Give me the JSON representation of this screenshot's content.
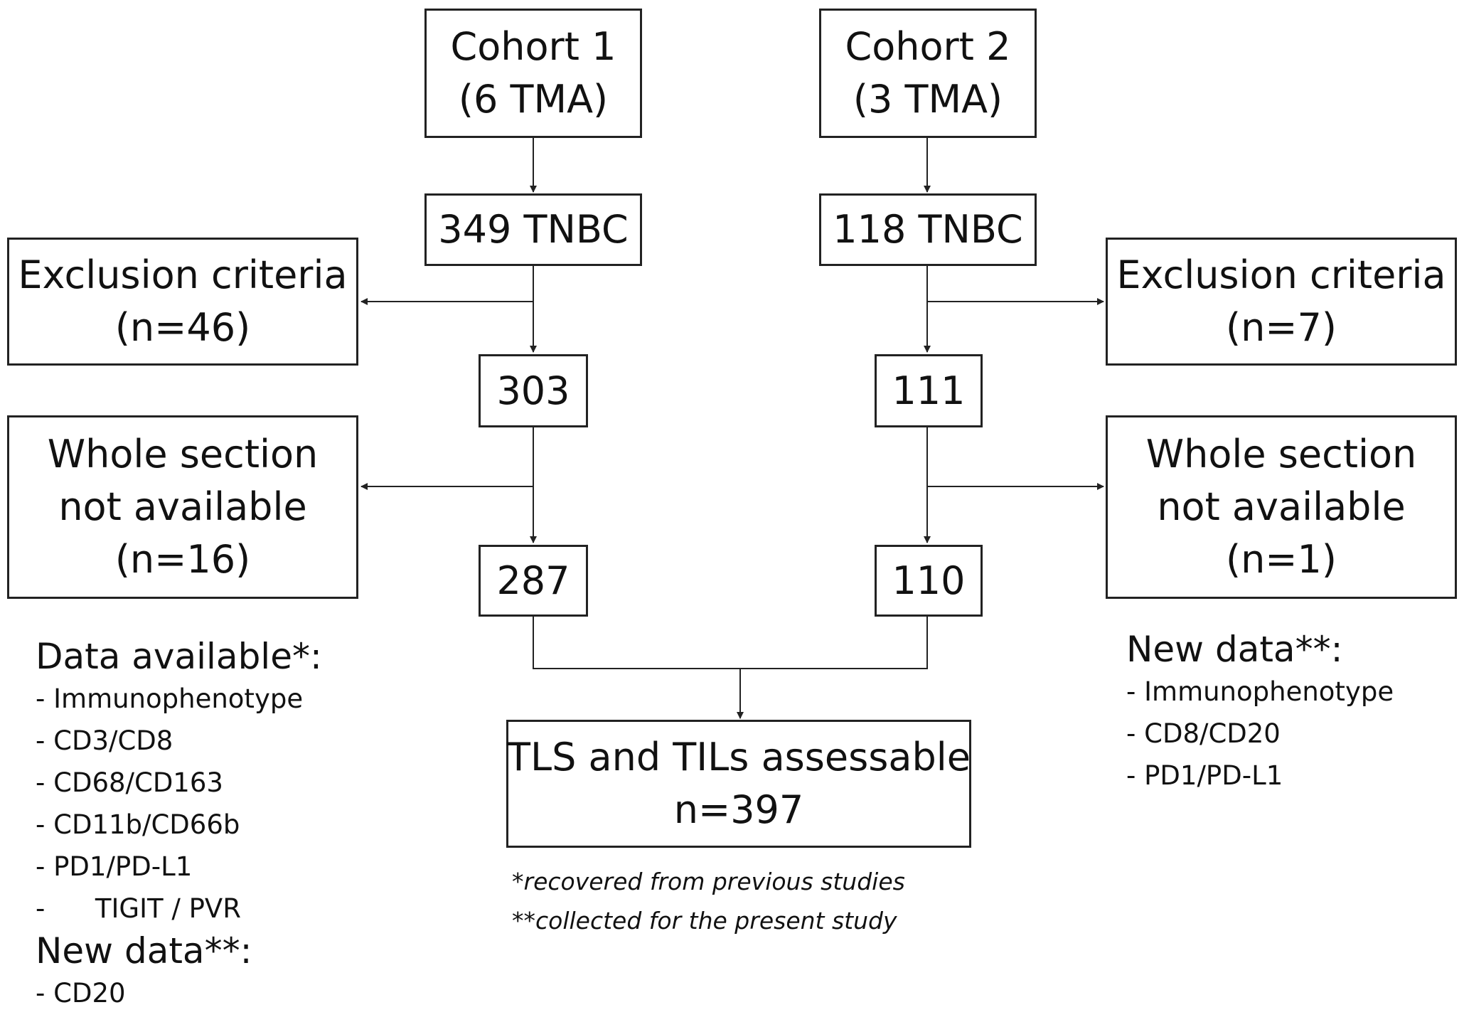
{
  "nodes": {
    "cohort1": [
      "Cohort 1",
      "(6 TMA)"
    ],
    "cohort2": [
      "Cohort 2",
      "(3 TMA)"
    ],
    "tnbc1": [
      "349 TNBC"
    ],
    "tnbc2": [
      "118 TNBC"
    ],
    "excl1": [
      "Exclusion criteria",
      "(n=46)"
    ],
    "excl2": [
      "Exclusion criteria",
      "(n=7)"
    ],
    "n303": [
      "303"
    ],
    "n111": [
      "111"
    ],
    "whole1": [
      "Whole section",
      "not available",
      "(n=16)"
    ],
    "whole2": [
      "Whole section",
      "not available",
      "(n=1)"
    ],
    "n287": [
      "287"
    ],
    "n110": [
      "110"
    ],
    "final": [
      "TLS and TILs assessable",
      "n=397"
    ]
  },
  "left_notes": {
    "data_available_title": "Data available*:",
    "data_available_items": [
      "- Immunophenotype",
      "- CD3/CD8",
      "- CD68/CD163",
      "- CD11b/CD66b",
      "- PD1/PD-L1",
      "-      TIGIT / PVR"
    ],
    "new_data_title": "New data**:",
    "new_data_items": [
      "- CD20"
    ]
  },
  "right_notes": {
    "new_data_title": "New data**:",
    "new_data_items": [
      "- Immunophenotype",
      "- CD8/CD20",
      "- PD1/PD-L1"
    ]
  },
  "footnotes": [
    "*recovered from previous studies",
    "**collected for the present study"
  ],
  "colors": {
    "line": "#222222",
    "text": "#111111",
    "background": "#ffffff"
  }
}
